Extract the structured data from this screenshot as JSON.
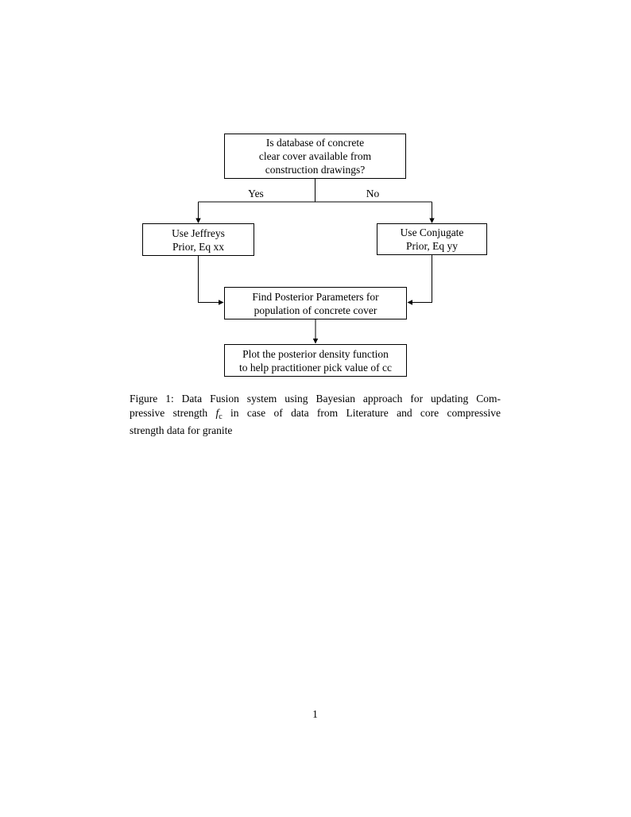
{
  "page": {
    "number": "1",
    "background_color": "#ffffff",
    "text_color": "#000000"
  },
  "flowchart": {
    "line_color": "#000000",
    "box_border_color": "#000000",
    "nodes": {
      "decision": {
        "lines": [
          "Is database of concrete",
          "clear cover available from",
          "construction drawings?"
        ]
      },
      "jeffreys": {
        "lines": [
          "Use Jeffreys",
          "Prior, Eq xx"
        ]
      },
      "conjugate": {
        "lines": [
          "Use Conjugate",
          "Prior, Eq yy"
        ]
      },
      "posterior": {
        "lines": [
          "Find Posterior Parameters for",
          "population of concrete cover"
        ]
      },
      "plot": {
        "lines": [
          "Plot the posterior density function",
          "to help practitioner pick value of cc"
        ]
      }
    },
    "branch_labels": {
      "yes": "Yes",
      "no": "No"
    }
  },
  "caption": {
    "line1": "Figure 1: Data Fusion system using Bayesian approach for updating Com-",
    "line2_pre": "pressive strength ",
    "line2_math_base": "f",
    "line2_math_sub": "c",
    "line2_post": " in case of data from Literature and core compressive",
    "line3": "strength data for granite"
  }
}
